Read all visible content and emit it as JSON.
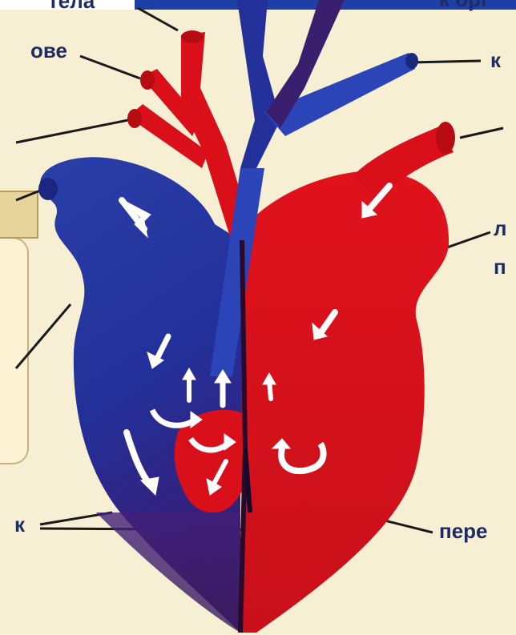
{
  "labels": {
    "top_left": "тела",
    "left_upper": "ове",
    "top_right": "к орг",
    "right_k": "к",
    "right_l": "л",
    "right_p": "п",
    "bottom_left": "к",
    "bottom_right": "пере"
  },
  "colors": {
    "background": "#f6efd3",
    "oxygenated": "#d9101a",
    "deoxygenated": "#1f2f8f",
    "mixed": "#4a1a6a",
    "arrow": "#ffffff",
    "label": "#1e2b66"
  },
  "icons": [
    "heart-diagram",
    "blood-flow-arrow"
  ]
}
